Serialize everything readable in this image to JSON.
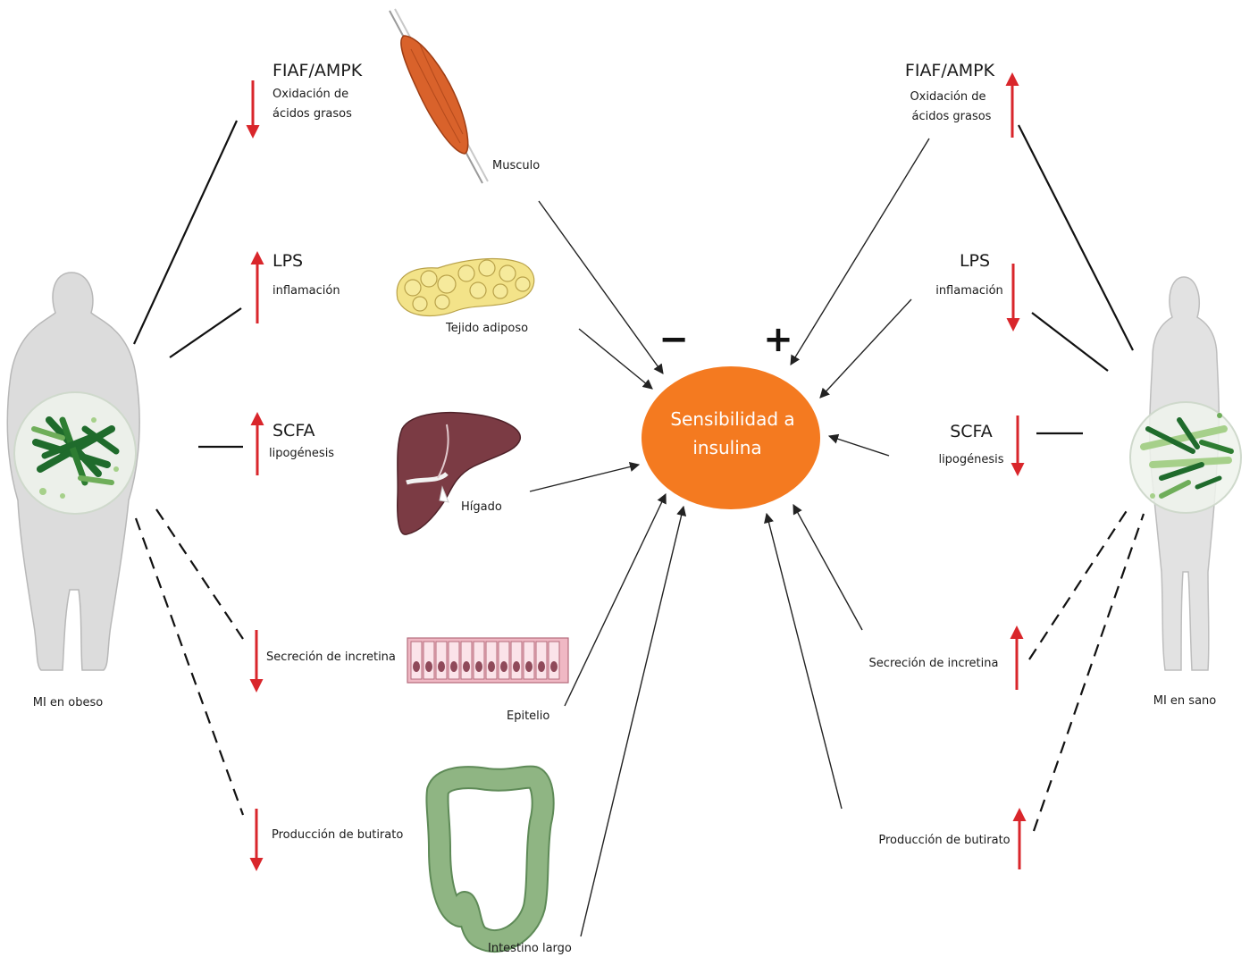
{
  "center": {
    "line1": "Sensibilidad a",
    "line2": "insulina"
  },
  "signs": {
    "negative": "−",
    "positive": "+"
  },
  "left": {
    "figure_label": "MI en obeso",
    "items": [
      {
        "title": "FIAF/AMPK",
        "line1": "Oxidación de",
        "line2": "ácidos grasos",
        "arrow": "down"
      },
      {
        "title": "LPS",
        "line1": "inflamación",
        "arrow": "up"
      },
      {
        "title": "SCFA",
        "line1": "lipogénesis",
        "arrow": "up"
      },
      {
        "title": "Secreción de incretina",
        "arrow": "down"
      },
      {
        "title": "Producción de butirato",
        "arrow": "down"
      }
    ]
  },
  "right": {
    "figure_label": "MI en sano",
    "items": [
      {
        "title": "FIAF/AMPK",
        "line1": "Oxidación de",
        "line2": "ácidos grasos",
        "arrow": "up"
      },
      {
        "title": "LPS",
        "line1": "inflamación",
        "arrow": "down"
      },
      {
        "title": "SCFA",
        "line1": "lipogénesis",
        "arrow": "down"
      },
      {
        "title": "Secreción de incretina",
        "arrow": "up"
      },
      {
        "title": "Producción de butirato",
        "arrow": "up"
      }
    ]
  },
  "organs": {
    "muscle": "Musculo",
    "adipose": "Tejido adiposo",
    "liver": "Hígado",
    "epithelium": "Epitelio",
    "colon": "Intestino largo"
  },
  "colors": {
    "center": "#f47a20",
    "arrow_red": "#d9262b",
    "muscle": "#d9622b",
    "adipose": "#f3e389",
    "liver": "#7b3b44",
    "epithelium": "#f0b8c4",
    "colon": "#8fb583",
    "microbiota_dark": "#1f6b2c",
    "microbiota_light": "#a6d08a"
  }
}
